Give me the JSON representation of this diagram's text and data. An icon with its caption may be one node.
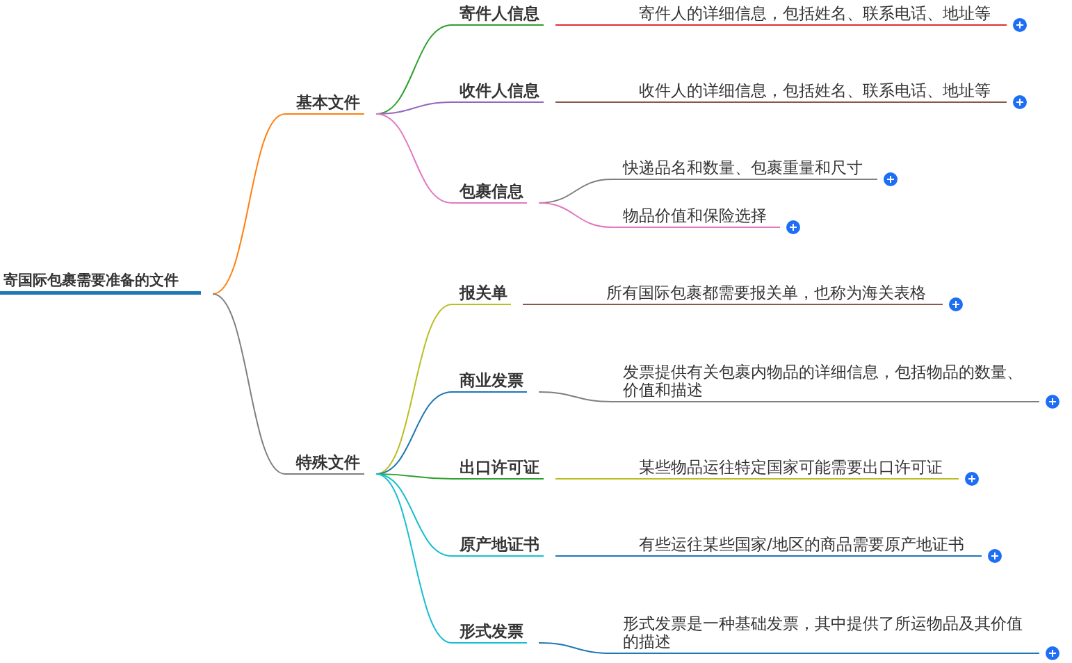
{
  "diagram": {
    "nodes": [
      {
        "text": [
          "寄国际包裹需要准备的文件"
        ]
      },
      {
        "text": [
          "基本文件"
        ]
      },
      {
        "text": [
          "寄件人信息"
        ]
      },
      {
        "text": [
          "寄件人的详细信息，包括姓名、联系电话、地址等"
        ]
      },
      {
        "text": [
          "收件人信息"
        ]
      },
      {
        "text": [
          "收件人的详细信息，包括姓名、联系电话、地址等"
        ]
      },
      {
        "text": [
          "包裹信息"
        ]
      },
      {
        "text": [
          "快递品名和数量、包裹重量和尺寸"
        ]
      },
      {
        "text": [
          "物品价值和保险选择"
        ]
      },
      {
        "text": [
          "特殊文件"
        ]
      },
      {
        "text": [
          "报关单"
        ]
      },
      {
        "text": [
          "所有国际包裹都需要报关单，也称为海关表格"
        ]
      },
      {
        "text": [
          "商业发票"
        ]
      },
      {
        "text": [
          "发票提供有关包裹内物品的详细信息，包括物品的数量、价值和描述"
        ]
      },
      {
        "text": [
          "出口许可证"
        ]
      },
      {
        "text": [
          "某些物品运往特定国家可能需要出口许可证"
        ]
      },
      {
        "text": [
          "原产地证书"
        ]
      },
      {
        "text": [
          "有些运往某些国家/地区的商品需要原产地证书"
        ]
      },
      {
        "text": [
          "形式发票"
        ]
      },
      {
        "text": [
          "形式发票是一种基础发票，其中提供了所运物品及其价值的描述"
        ]
      }
    ],
    "edges": [
      {
        "from": 0,
        "to": 1,
        "arrow": "none",
        "color": "#ff7f0e"
      },
      {
        "from": 0,
        "to": 9,
        "arrow": "none",
        "color": "#7f7f7f"
      },
      {
        "from": 1,
        "to": 2,
        "arrow": "none",
        "color": "#2ca02c"
      },
      {
        "from": 1,
        "to": 4,
        "arrow": "none",
        "color": "#9467bd"
      },
      {
        "from": 1,
        "to": 6,
        "arrow": "none",
        "color": "#e377c2"
      },
      {
        "from": 2,
        "to": 3,
        "arrow": "none",
        "color": "#e03030"
      },
      {
        "from": 4,
        "to": 5,
        "arrow": "none",
        "color": "#8c564b"
      },
      {
        "from": 6,
        "to": 7,
        "arrow": "none",
        "color": "#7f7f7f"
      },
      {
        "from": 6,
        "to": 8,
        "arrow": "none",
        "color": "#e377c2"
      },
      {
        "from": 9,
        "to": 10,
        "arrow": "none",
        "color": "#bcbd22"
      },
      {
        "from": 9,
        "to": 12,
        "arrow": "none",
        "color": "#1f77b4"
      },
      {
        "from": 9,
        "to": 14,
        "arrow": "none",
        "color": "#2ca02c"
      },
      {
        "from": 9,
        "to": 16,
        "arrow": "none",
        "color": "#17becf"
      },
      {
        "from": 9,
        "to": 18,
        "arrow": "none",
        "color": "#17becf"
      },
      {
        "from": 10,
        "to": 11,
        "arrow": "none",
        "color": "#8c564b"
      },
      {
        "from": 12,
        "to": 13,
        "arrow": "none",
        "color": "#7f7f7f"
      },
      {
        "from": 14,
        "to": 15,
        "arrow": "none",
        "color": "#bcbd22"
      },
      {
        "from": 16,
        "to": 17,
        "arrow": "none",
        "color": "#1f77b4"
      },
      {
        "from": 18,
        "to": 19,
        "arrow": "none",
        "color": "#1f77b4"
      }
    ]
  }
}
